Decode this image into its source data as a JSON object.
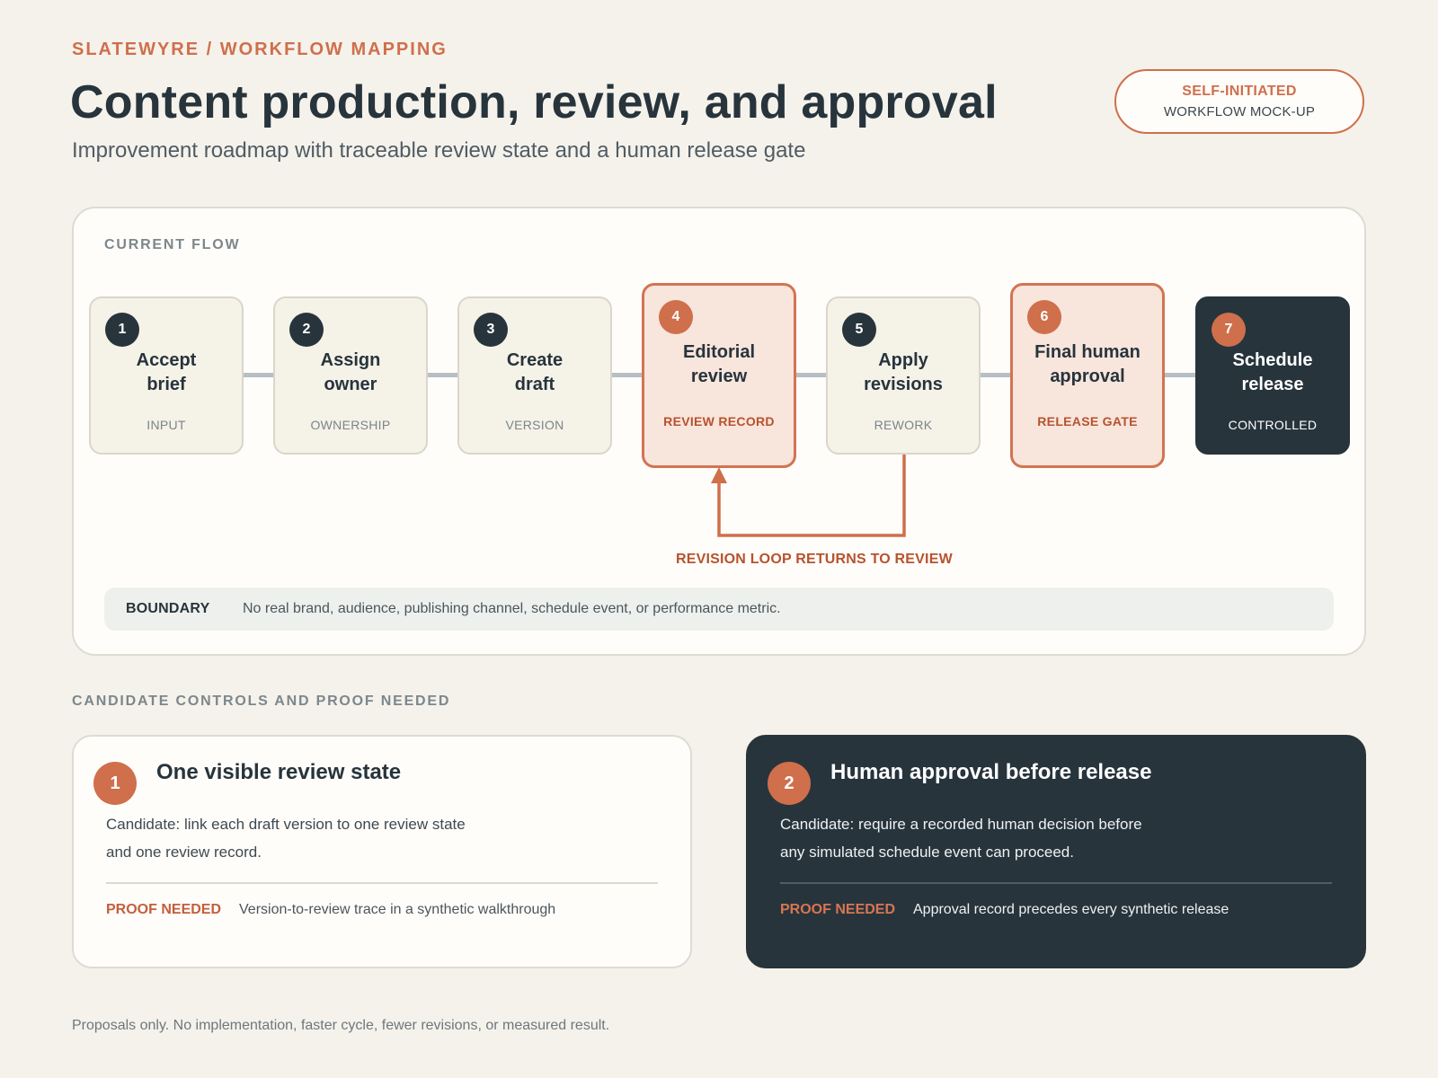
{
  "header": {
    "eyebrow": "SLATEWYRE / WORKFLOW MAPPING",
    "title": "Content production, review, and approval",
    "subtitle": "Improvement roadmap with traceable review state and a human release gate"
  },
  "badge": {
    "line1": "SELF-INITIATED",
    "line2": "WORKFLOW MOCK-UP"
  },
  "flow": {
    "label": "CURRENT FLOW",
    "steps": [
      {
        "num": "1",
        "title_1": "Accept",
        "title_2": "brief",
        "tag": "INPUT"
      },
      {
        "num": "2",
        "title_1": "Assign",
        "title_2": "owner",
        "tag": "OWNERSHIP"
      },
      {
        "num": "3",
        "title_1": "Create",
        "title_2": "draft",
        "tag": "VERSION"
      },
      {
        "num": "4",
        "title_1": "Editorial",
        "title_2": "review",
        "tag": "REVIEW RECORD"
      },
      {
        "num": "5",
        "title_1": "Apply",
        "title_2": "revisions",
        "tag": "REWORK"
      },
      {
        "num": "6",
        "title_1": "Final human",
        "title_2": "approval",
        "tag": "RELEASE GATE"
      },
      {
        "num": "7",
        "title_1": "Schedule",
        "title_2": "release",
        "tag": "CONTROLLED"
      }
    ],
    "loop_label": "REVISION LOOP RETURNS TO REVIEW",
    "boundary": {
      "label": "BOUNDARY",
      "text": "No real brand, audience, publishing channel, schedule event, or performance metric."
    }
  },
  "controls": {
    "label": "CANDIDATE CONTROLS AND PROOF NEEDED",
    "cards": [
      {
        "num": "1",
        "title": "One visible review state",
        "body_1": "Candidate: link each draft version to one review state",
        "body_2": "and one review record.",
        "proof_label": "PROOF NEEDED",
        "proof_text": "Version-to-review trace in a synthetic walkthrough"
      },
      {
        "num": "2",
        "title": "Human approval before release",
        "body_1": "Candidate: require a recorded human decision before",
        "body_2": "any simulated schedule event can proceed.",
        "proof_label": "PROOF NEEDED",
        "proof_text": "Approval record precedes every synthetic release"
      }
    ]
  },
  "footer": "Proposals only. No implementation, faster cycle, fewer revisions, or measured result.",
  "colors": {
    "background": "#f5f2eb",
    "accent": "#cf6f4c",
    "dark": "#27343c",
    "review_fill": "#f8e5dc"
  }
}
